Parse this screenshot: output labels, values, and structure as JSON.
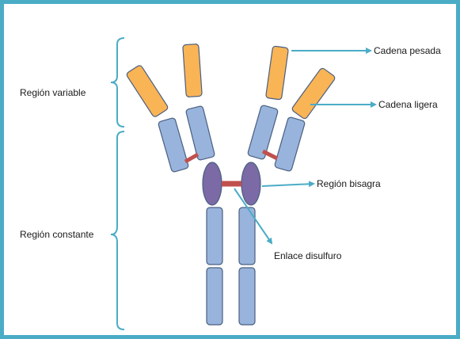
{
  "labels": {
    "region_variable": "Región variable",
    "region_constant": "Región constante",
    "heavy_chain": "Cadena pesada",
    "light_chain": "Cadena ligera",
    "hinge_region": "Región bisagra",
    "disulfide_bond": "Enlace disulfuro"
  },
  "colors": {
    "border": "#4bacc6",
    "bracket": "#4bacc6",
    "arrow": "#4bacc6",
    "variable_domain": "#f9b455",
    "constant_domain": "#98b4dc",
    "hinge_domain": "#7b6aa6",
    "disulfide": "#c0504d",
    "outline": "#4a5f80"
  }
}
